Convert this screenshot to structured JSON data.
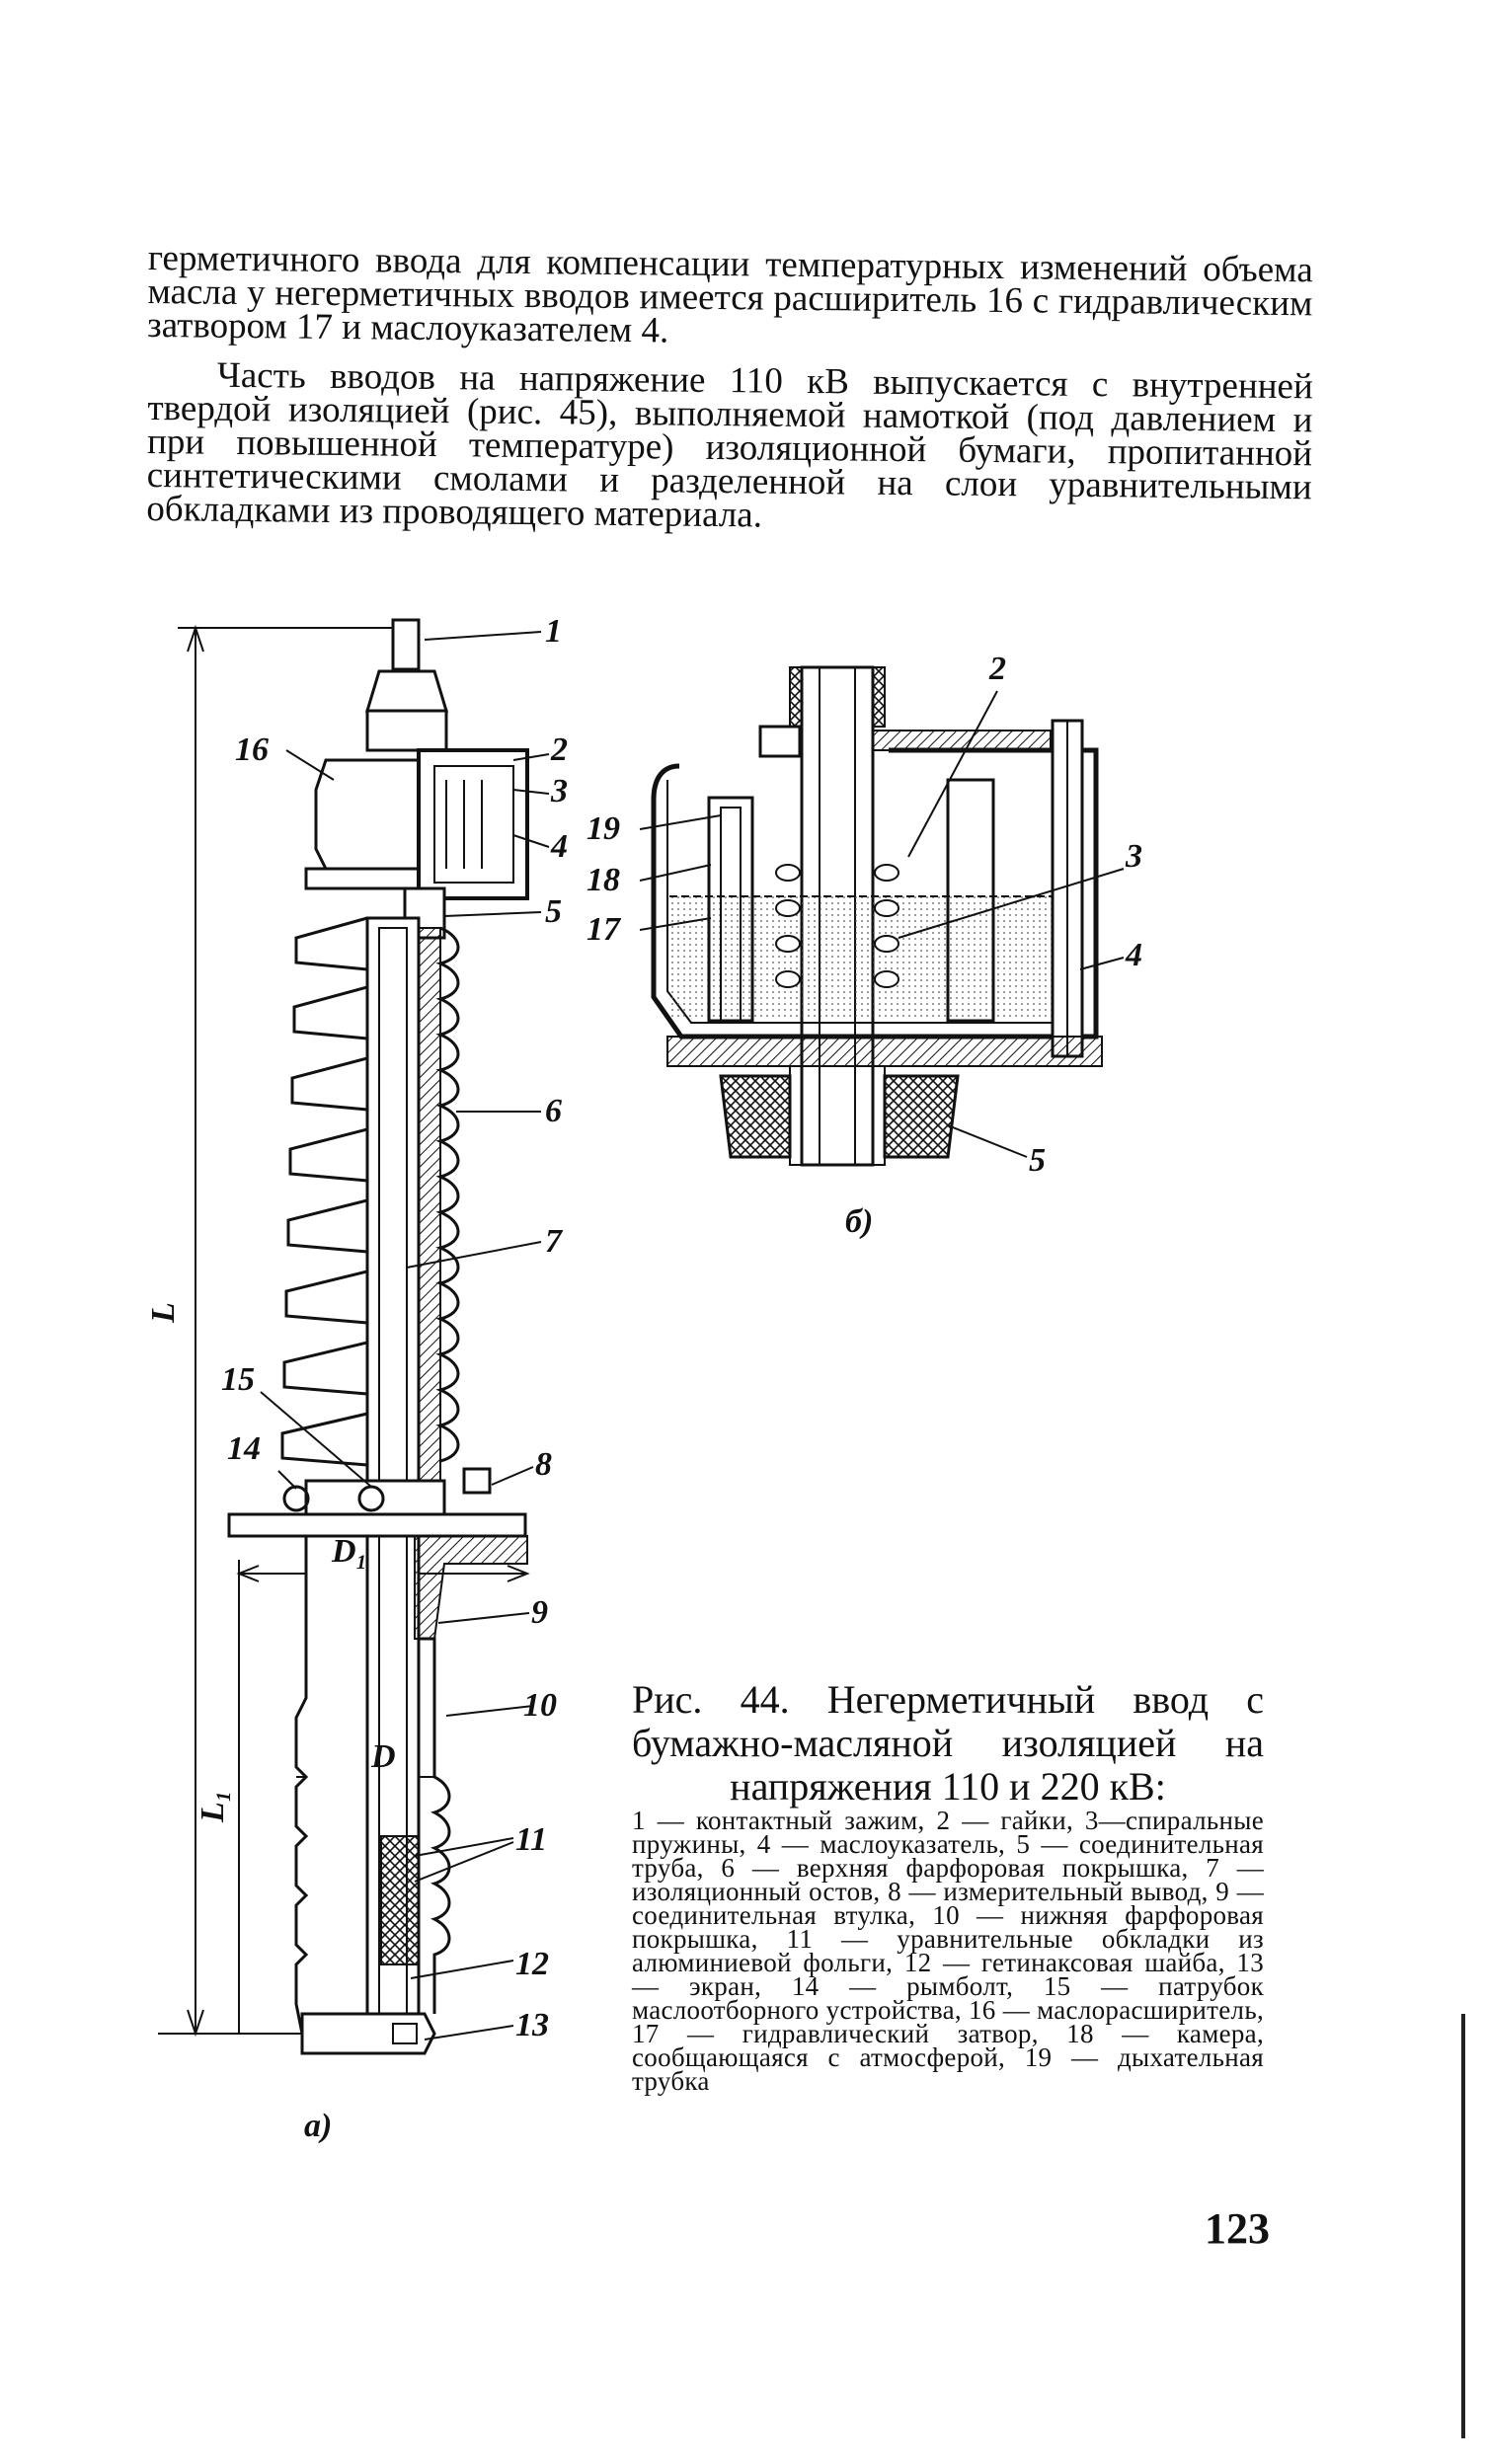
{
  "text": {
    "paragraph_1": "герметичного ввода для компенсации температурных изменений объема масла у негерметичных вводов имеется расширитель 16 с гидравлическим затвором 17 и маслоуказателем 4.",
    "paragraph_2": "Часть вводов на напряжение 110 кВ выпускается с внутренней твердой изоляцией (рис. 45), выполняемой намоткой (под давлением и при повышенной температуре) изоляционной бумаги, пропитанной синтетическими смолами и разделенной на слои уравнительными обкладками из проводящего материала."
  },
  "figure": {
    "a": {
      "sublabel": "а)",
      "labels": [
        "1",
        "16",
        "2",
        "3",
        "4",
        "5",
        "6",
        "7",
        "15",
        "14",
        "8",
        "9",
        "10",
        "11",
        "12",
        "13"
      ],
      "dims": {
        "L": "L",
        "L1": "L₁",
        "D1": "D₁",
        "D": "D"
      }
    },
    "b": {
      "sublabel": "б)",
      "labels": [
        "2",
        "19",
        "18",
        "17",
        "3",
        "4",
        "5"
      ]
    },
    "caption": {
      "title": "Рис. 44. Негерметичный ввод с бумажно-масляной изоляцией на напряжения 110 и 220 кВ:",
      "legend": "1 — контактный зажим, 2 — гайки, 3—спиральные пружины, 4 — маслоуказатель, 5 — соединительная труба, 6 — верхняя фарфоровая покрышка, 7 — изоляционный остов, 8 — измерительный вывод, 9 — соединительная втулка, 10 — нижняя фарфоровая покрышка, 11 — уравнительные обкладки из алюминиевой фольги, 12 — гетинаксовая шайба, 13 — экран, 14 — рымболт, 15 — патрубок маслоотборного устройства, 16 — маслорасширитель, 17 — гидравлический затвор, 18 — камера, сообщающаяся с атмосферой, 19 — дыхательная трубка"
    }
  },
  "page_number": "123"
}
